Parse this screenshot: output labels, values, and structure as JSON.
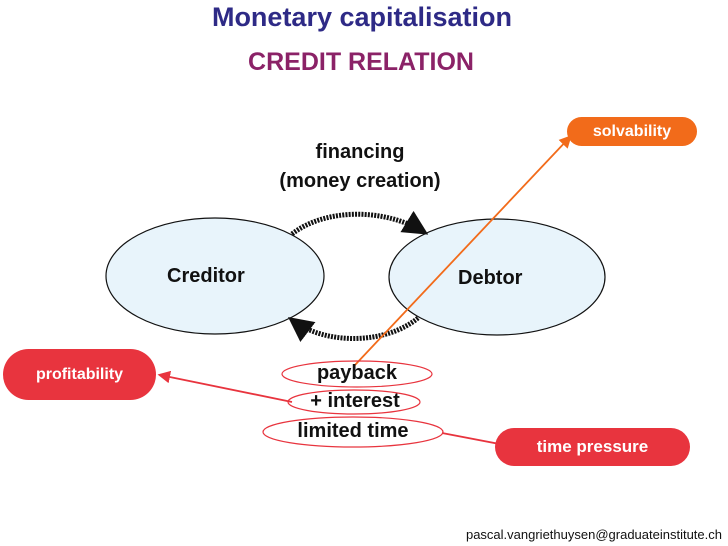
{
  "title": "Monetary capitalisation",
  "subtitle": "CREDIT RELATION",
  "flow_top": {
    "line1": "financing",
    "line2": "(money creation)"
  },
  "nodes": {
    "creditor": "Creditor",
    "debtor": "Debtor"
  },
  "terms": {
    "payback": "payback",
    "interest": "+ interest",
    "limited_time": "limited time"
  },
  "badges": {
    "solvability": "solvability",
    "profitability": "profitability",
    "time_pressure": "time pressure"
  },
  "footer": "pascal.vangriethuysen@graduateinstitute.ch",
  "colors": {
    "title": "#2e2a86",
    "subtitle": "#8b2267",
    "ellipse_fill": "#e8f4fb",
    "orange": "#f26b1a",
    "red": "#e8343e"
  }
}
